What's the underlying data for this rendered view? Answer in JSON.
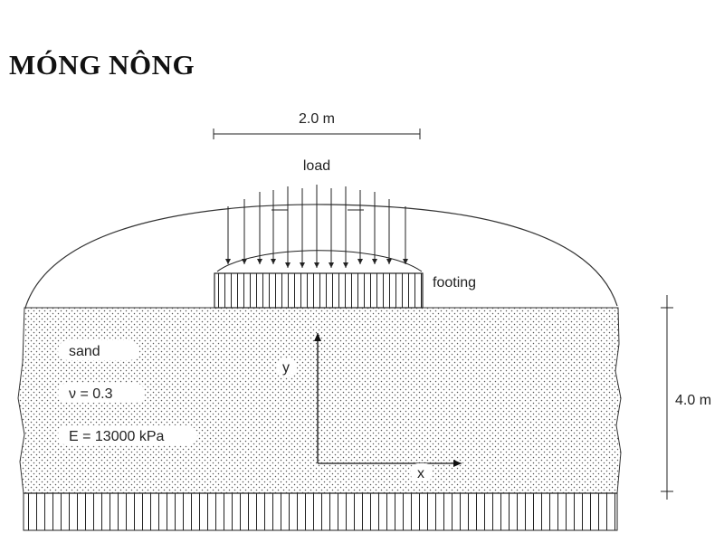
{
  "title": "MÓNG NÔNG",
  "diagram": {
    "footing_width_label": "2.0 m",
    "load_label": "load",
    "footing_label": "footing",
    "depth_label": "4.0 m",
    "material": {
      "name": "sand",
      "poisson": "ν = 0.3",
      "modulus": "E = 13000 kPa"
    },
    "axes": {
      "x": "x",
      "y": "y"
    }
  }
}
